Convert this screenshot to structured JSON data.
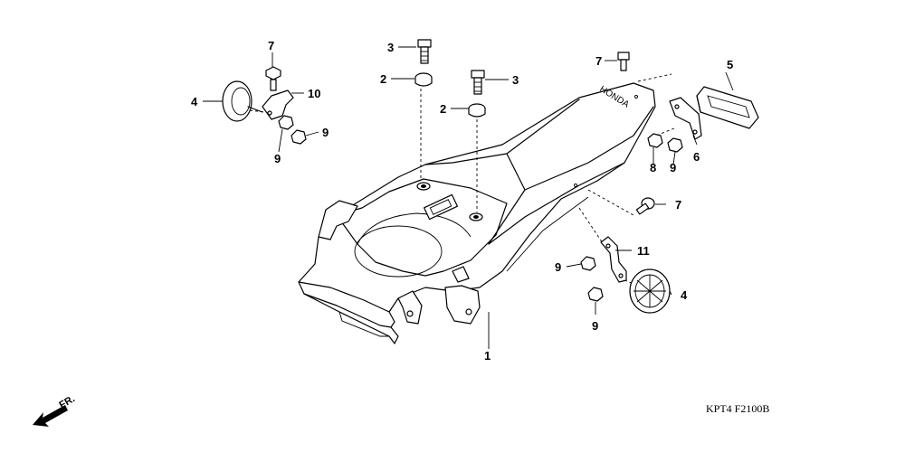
{
  "diagram": {
    "brand_text": "HONDA",
    "direction_label": "FR.",
    "reference_code": "KPT4 F2100B",
    "callouts": {
      "c1": "1",
      "c2a": "2",
      "c2b": "2",
      "c3a": "3",
      "c3b": "3",
      "c4a": "4",
      "c4b": "4",
      "c5": "5",
      "c6": "6",
      "c7a": "7",
      "c7b": "7",
      "c7c": "7",
      "c8": "8",
      "c9a": "9",
      "c9b": "9",
      "c9c": "9",
      "c9d": "9",
      "c9e": "9",
      "c10": "10",
      "c11": "11"
    }
  }
}
